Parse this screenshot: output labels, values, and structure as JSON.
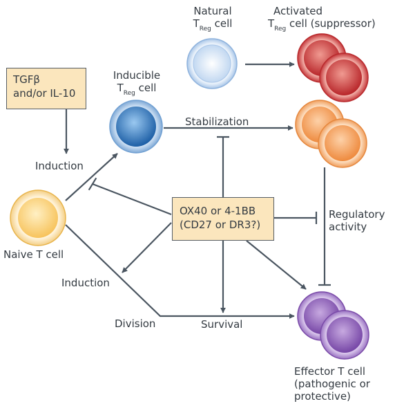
{
  "colors": {
    "line": "#4a5560",
    "box_fill": "#fbe6bd",
    "natural_treg": "#c9def5",
    "inducible_treg": "#2c74bc",
    "activated_treg": "#c93a3b",
    "stabilized_treg": "#f19a52",
    "effector": "#8a5ab1",
    "naive": "#f8c75f"
  },
  "boxes": {
    "tgfb_line1": "TGFβ",
    "tgfb_line2": "and/or IL-10",
    "ox40_line1": "OX40 or 4-1BB",
    "ox40_line2": "(CD27 or DR3?)"
  },
  "cells": {
    "natural_main": "Natural",
    "natural_t": "T",
    "natural_sub": "Reg",
    "natural_rest": " cell",
    "activated_main": "Activated",
    "activated_t": "T",
    "activated_sub": "Reg",
    "activated_rest": " cell (suppressor)",
    "inducible_main": "Inducible",
    "inducible_t": "T",
    "inducible_sub": "Reg",
    "inducible_rest": " cell",
    "naive": "Naive T cell",
    "effector_line1": "Effector T cell",
    "effector_line2": "(pathogenic or",
    "effector_line3": "protective)"
  },
  "processes": {
    "stabilization": "Stabilization",
    "induction_upper": "Induction",
    "induction_lower": "Induction",
    "division": "Division",
    "survival": "Survival",
    "regulatory_line1": "Regulatory",
    "regulatory_line2": "activity"
  }
}
